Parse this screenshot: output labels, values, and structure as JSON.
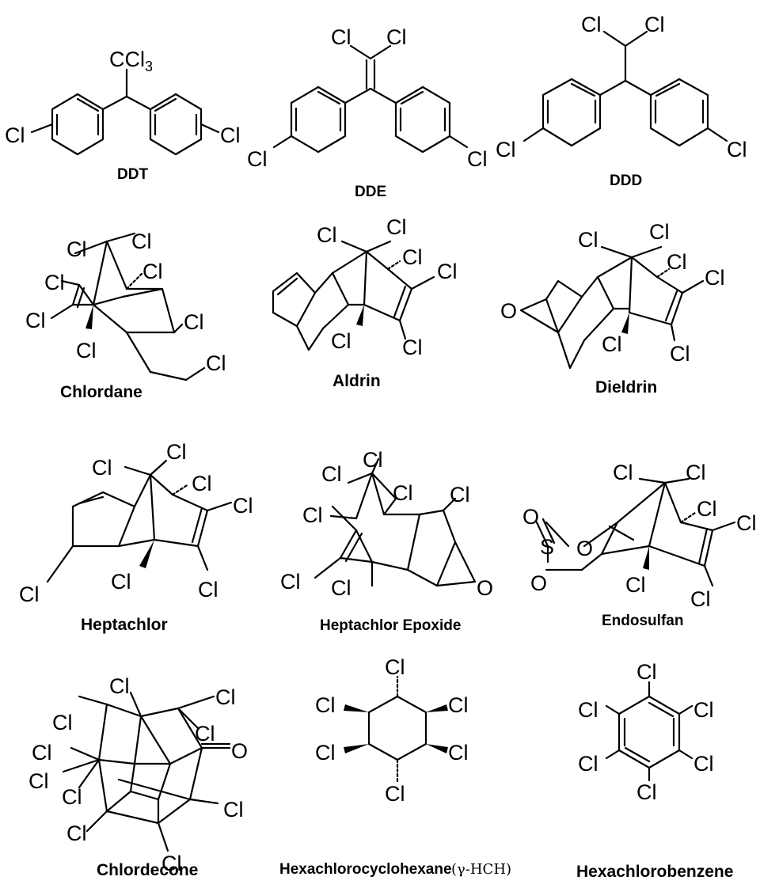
{
  "atoms": {
    "cl": "Cl",
    "ccl3": "CCl",
    "sub3": "3",
    "o": "O",
    "s": "S"
  },
  "compounds": {
    "ddt": "DDT",
    "dde": "DDE",
    "ddd": "DDD",
    "chlordane": "Chlordane",
    "aldrin": "Aldrin",
    "dieldrin": "Dieldrin",
    "heptachlor": "Heptachlor",
    "heptachlor_epoxide": "Heptachlor Epoxide",
    "endosulfan": "Endosulfan",
    "chlordecone": "Chlordecone",
    "hch_name": "Hexachlorocyclohexane",
    "hch_suffix": "(γ-HCH)",
    "hexachlorobenzene": "Hexachlorobenzene"
  }
}
